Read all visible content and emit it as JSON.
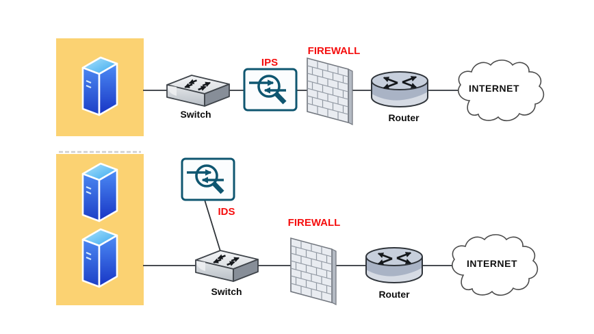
{
  "diagrams": {
    "top": {
      "labels": {
        "sensor": "IPS",
        "firewall": "FIREWALL",
        "switch": "Switch",
        "router": "Router",
        "internet": "INTERNET"
      }
    },
    "bottom": {
      "labels": {
        "sensor": "IDS",
        "firewall": "FIREWALL",
        "switch": "Switch",
        "router": "Router",
        "internet": "INTERNET"
      }
    }
  },
  "colors": {
    "zone_fill": "#FBD272",
    "security_label_red": "#F50D0D",
    "device_label_black": "#0D0D0D",
    "appliance_outline_teal": "#0F5670",
    "server_blue": "#2B5FE0",
    "connection_line": "#2E3338"
  },
  "icons": {
    "server": "server-tower-icon",
    "switch": "switch-icon",
    "sensor": "magnifier-arrows-icon",
    "firewall": "brick-wall-icon",
    "router": "router-cylinder-icon",
    "internet": "cloud-icon"
  }
}
